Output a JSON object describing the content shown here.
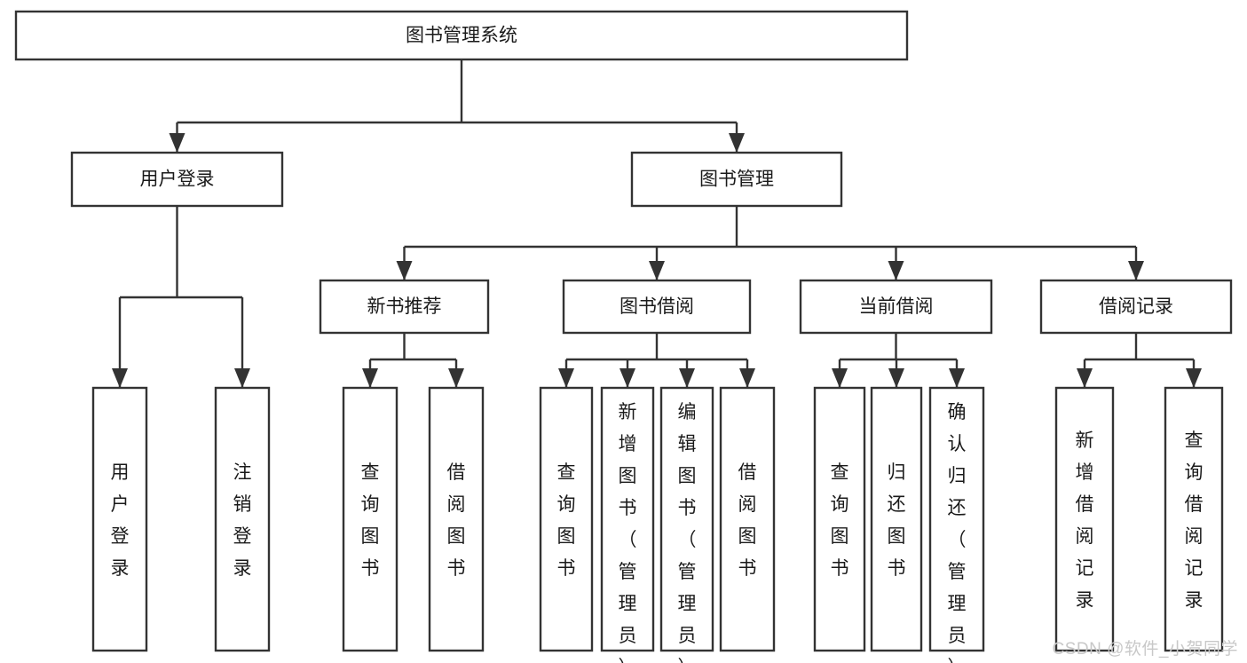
{
  "diagram": {
    "title": "图书管理系统",
    "watermark": "CSDN @软件_小贺同学",
    "theme": {
      "stroke": "#333333",
      "box_fill": "#ffffff",
      "label_color": "#1a1a1a",
      "background": "#ffffff",
      "watermark_color": "#c8c8c8"
    },
    "nodes": {
      "root": {
        "label": "图书管理系统",
        "orientation": "horizontal"
      },
      "user_login": {
        "label": "用户登录",
        "orientation": "horizontal"
      },
      "book_manage": {
        "label": "图书管理",
        "orientation": "horizontal"
      },
      "new_book_rec": {
        "label": "新书推荐",
        "orientation": "horizontal"
      },
      "book_borrow": {
        "label": "图书借阅",
        "orientation": "horizontal"
      },
      "current_borrow": {
        "label": "当前借阅",
        "orientation": "horizontal"
      },
      "borrow_record": {
        "label": "借阅记录",
        "orientation": "horizontal"
      },
      "leaf_user_login": {
        "label": "用户登录",
        "orientation": "vertical"
      },
      "leaf_logout": {
        "label": "注销登录",
        "orientation": "vertical"
      },
      "leaf_query_book_1": {
        "label": "查询图书",
        "orientation": "vertical"
      },
      "leaf_borrow_book_1": {
        "label": "借阅图书",
        "orientation": "vertical"
      },
      "leaf_query_book_2": {
        "label": "查询图书",
        "orientation": "vertical"
      },
      "leaf_add_book": {
        "label": "新增图书（管理员）",
        "orientation": "vertical"
      },
      "leaf_edit_book": {
        "label": "编辑图书（管理员）",
        "orientation": "vertical"
      },
      "leaf_borrow_book_2": {
        "label": "借阅图书",
        "orientation": "vertical"
      },
      "leaf_query_book_3": {
        "label": "查询图书",
        "orientation": "vertical"
      },
      "leaf_return_book": {
        "label": "归还图书",
        "orientation": "vertical"
      },
      "leaf_confirm_return": {
        "label": "确认归还（管理员）",
        "orientation": "vertical"
      },
      "leaf_add_record": {
        "label": "新增借阅记录",
        "orientation": "vertical"
      },
      "leaf_query_record": {
        "label": "查询借阅记录",
        "orientation": "vertical"
      }
    },
    "hierarchy": [
      {
        "id": "root",
        "children": [
          {
            "id": "user_login",
            "children": [
              {
                "id": "leaf_user_login"
              },
              {
                "id": "leaf_logout"
              }
            ]
          },
          {
            "id": "book_manage",
            "children": [
              {
                "id": "new_book_rec",
                "children": [
                  {
                    "id": "leaf_query_book_1"
                  },
                  {
                    "id": "leaf_borrow_book_1"
                  }
                ]
              },
              {
                "id": "book_borrow",
                "children": [
                  {
                    "id": "leaf_query_book_2"
                  },
                  {
                    "id": "leaf_add_book"
                  },
                  {
                    "id": "leaf_edit_book"
                  },
                  {
                    "id": "leaf_borrow_book_2"
                  }
                ]
              },
              {
                "id": "current_borrow",
                "children": [
                  {
                    "id": "leaf_query_book_3"
                  },
                  {
                    "id": "leaf_return_book"
                  },
                  {
                    "id": "leaf_confirm_return"
                  }
                ]
              },
              {
                "id": "borrow_record",
                "children": [
                  {
                    "id": "leaf_add_record"
                  },
                  {
                    "id": "leaf_query_record"
                  }
                ]
              }
            ]
          }
        ]
      }
    ]
  }
}
